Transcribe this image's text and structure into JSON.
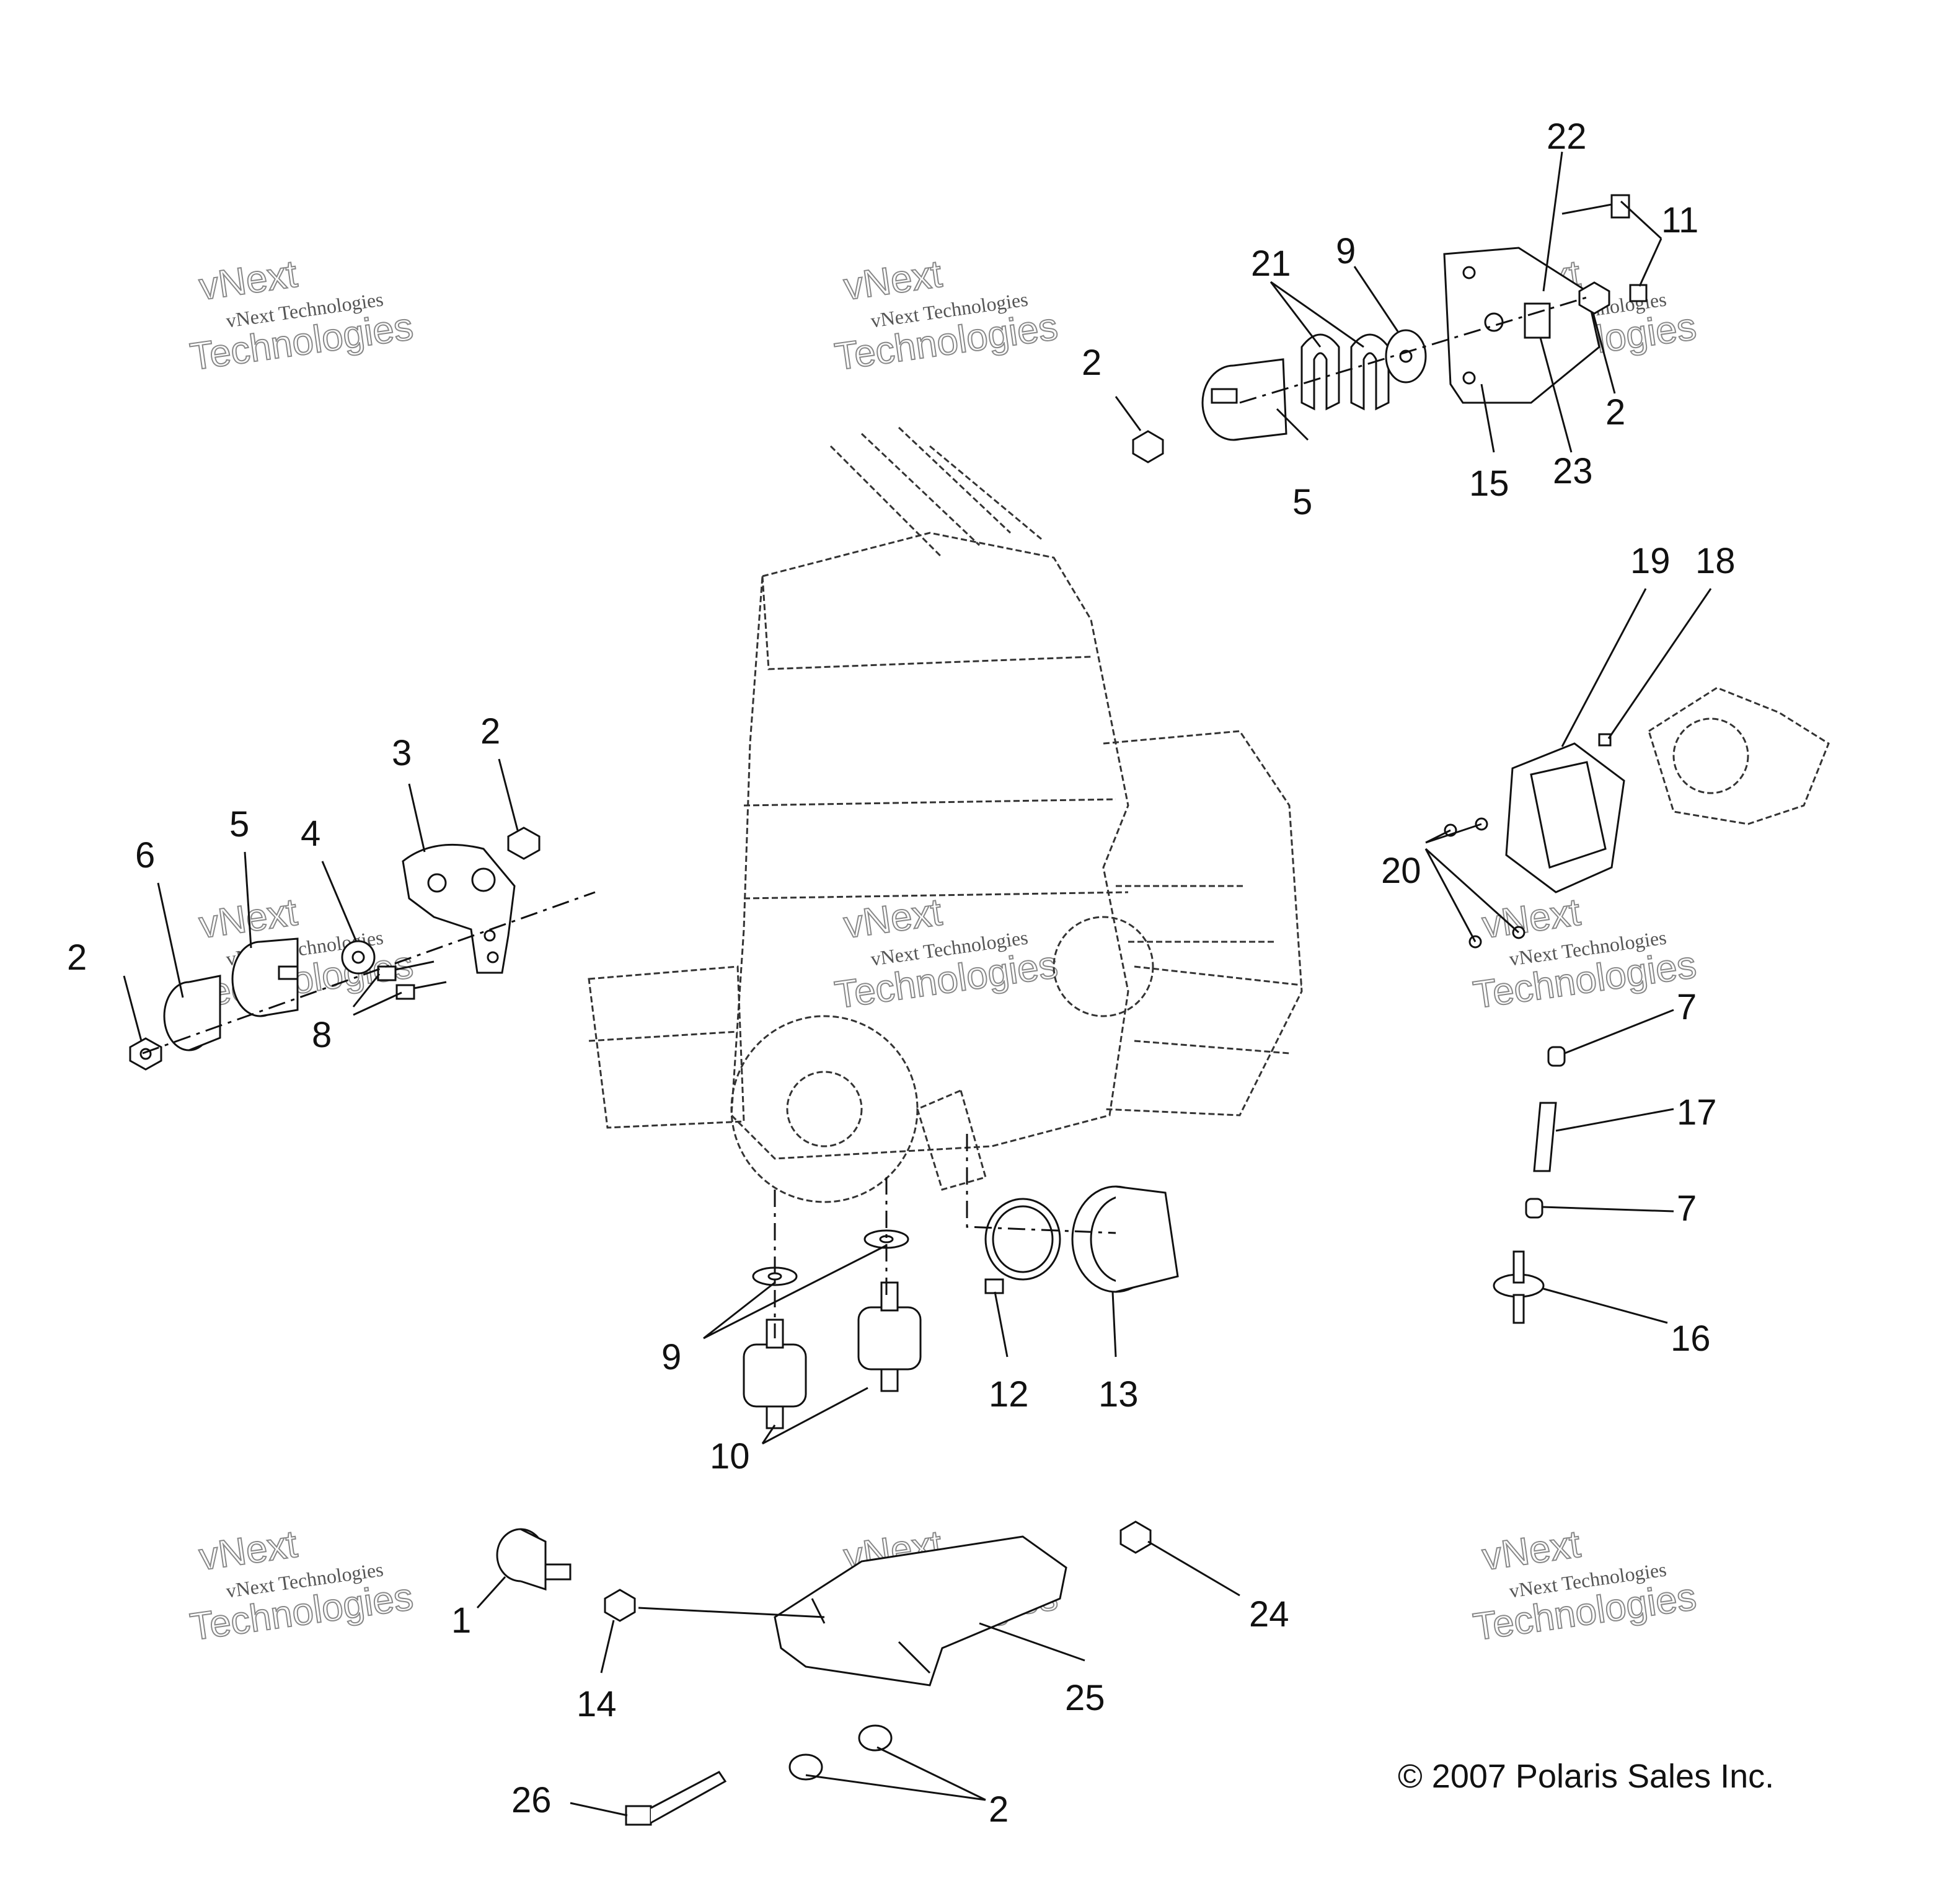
{
  "callouts": [
    "1",
    "2",
    "3",
    "4",
    "5",
    "6",
    "7",
    "8",
    "9",
    "10",
    "11",
    "12",
    "13",
    "14",
    "15",
    "16",
    "17",
    "18",
    "19",
    "20",
    "21",
    "22",
    "23",
    "24",
    "25",
    "26"
  ],
  "watermark": {
    "line1": "vNext Technologies",
    "line2": "vNext",
    "line3": "Technologies"
  },
  "copyright": "© 2007 Polaris Sales Inc."
}
